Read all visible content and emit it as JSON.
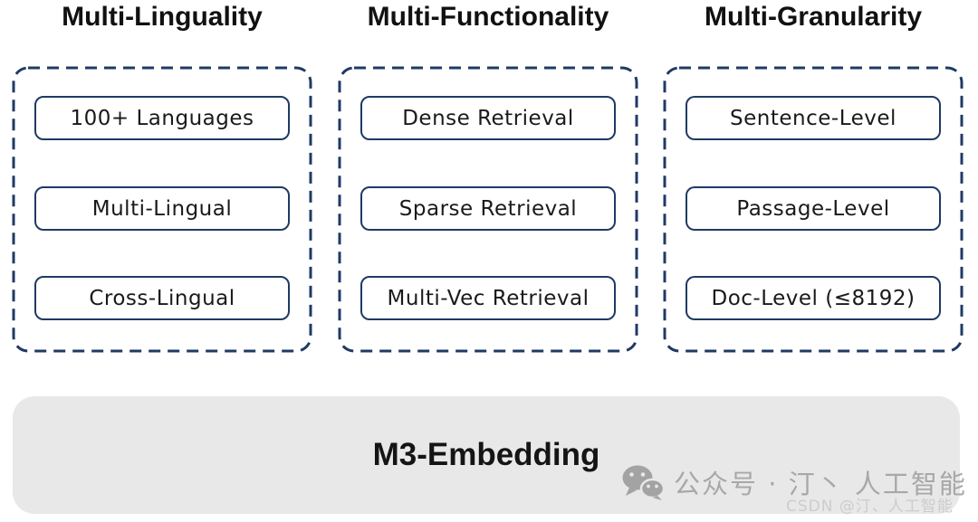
{
  "columns": [
    {
      "title": "Multi-Linguality",
      "items": [
        "100+ Languages",
        "Multi-Lingual",
        "Cross-Lingual"
      ]
    },
    {
      "title": "Multi-Functionality",
      "items": [
        "Dense Retrieval",
        "Sparse Retrieval",
        "Multi-Vec Retrieval"
      ]
    },
    {
      "title": "Multi-Granularity",
      "items": [
        "Sentence-Level",
        "Passage-Level",
        "Doc-Level (≤8192)"
      ]
    }
  ],
  "footer": {
    "label": "M3-Embedding"
  },
  "watermark": {
    "wechat_text": "公众号 · 汀丶 人工智能",
    "csdn_text": "CSDN @汀、人工智能",
    "icon": "wechat-icon"
  },
  "colors": {
    "border_navy": "#1f3a64",
    "title_text": "#111111",
    "box_background": "#ffffff",
    "footer_background": "#e8e8e8",
    "watermark_gray": "#a8a8a8",
    "csdn_gray": "#cccccc",
    "page_background": "#ffffff"
  }
}
